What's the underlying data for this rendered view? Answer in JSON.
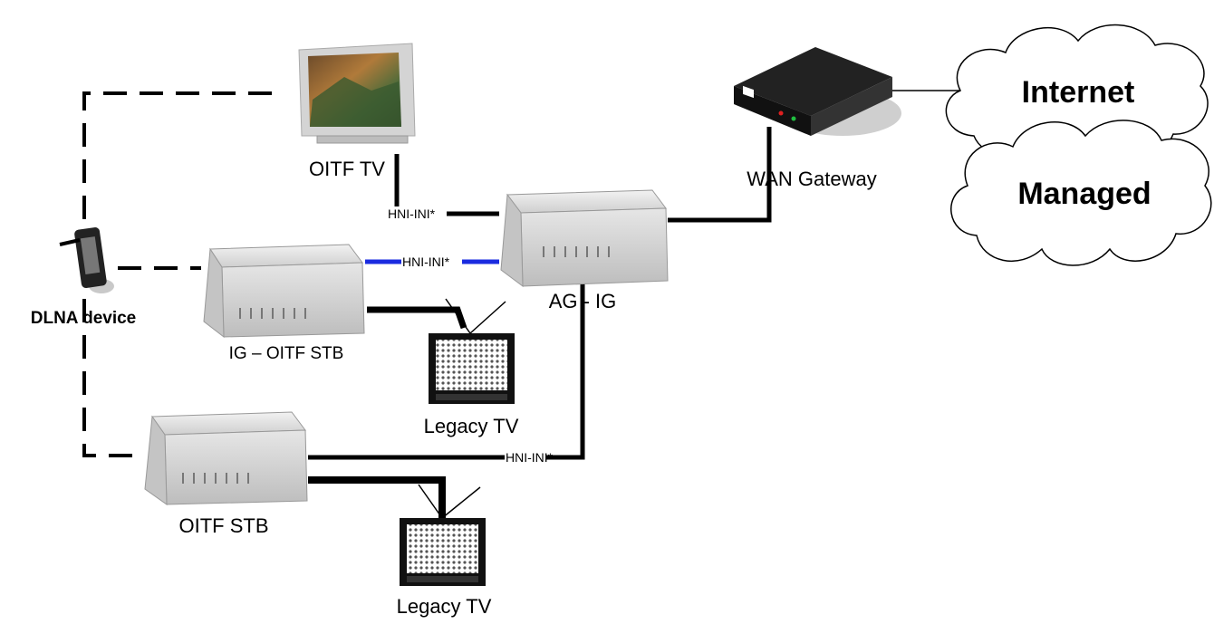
{
  "labels": {
    "oitf_tv": "OITF TV",
    "wan_gateway": "WAN Gateway",
    "internet": "Internet",
    "managed": "Managed",
    "dlna_device": "DLNA device",
    "ag_ig": "AG - IG",
    "ig_oitf_stb": "IG – OITF STB",
    "legacy_tv_1": "Legacy TV",
    "oitf_stb": "OITF STB",
    "legacy_tv_2": "Legacy TV",
    "hni_ini_1": "HNI-INI*",
    "hni_ini_2": "HNI-INI*",
    "hni_ini_3": "HNI-INI*"
  },
  "colors": {
    "link_blue": "#1a2be0",
    "link_black": "#000000",
    "device_grey": "#d8d8d8",
    "cloud_fill": "#ffffff"
  },
  "icons": [
    "flat-panel-tv-icon",
    "wan-gateway-router-icon",
    "cloud-icon",
    "phone-device-icon",
    "set-top-box-icon",
    "crt-tv-icon"
  ]
}
